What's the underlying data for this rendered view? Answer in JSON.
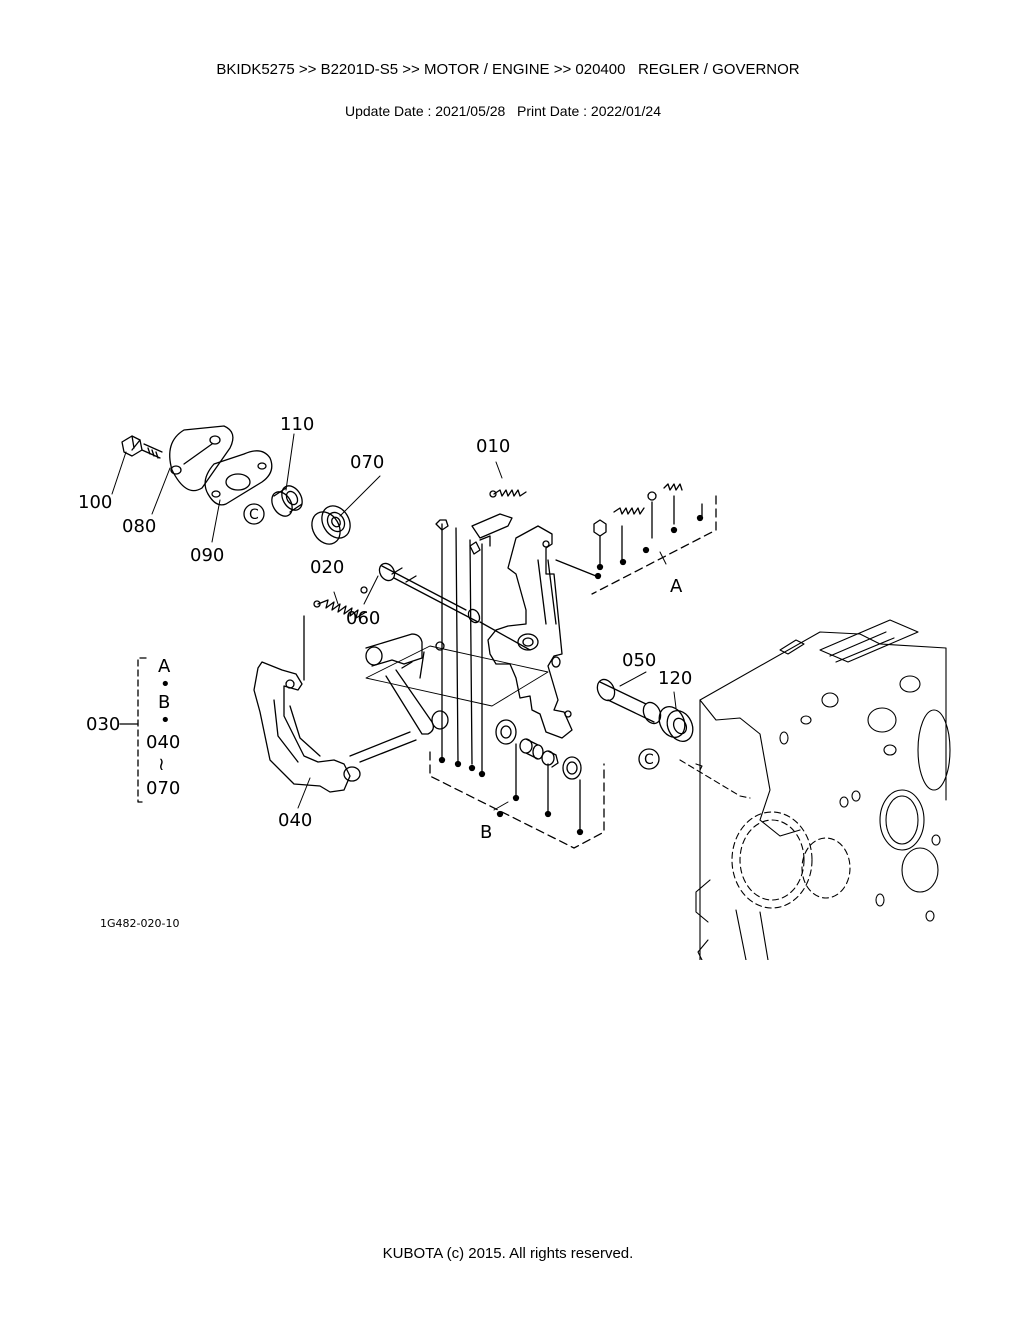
{
  "header": {
    "breadcrumb": "BKIDK5275 >> B2201D-S5 >> MOTOR / ENGINE >> 020400   REGLER / GOVERNOR",
    "dates": "Update Date : 2021/05/28   Print Date : 2022/01/24"
  },
  "diagram": {
    "part_labels": {
      "p010": "010",
      "p020": "020",
      "p030": "030",
      "p040": "040",
      "p050": "050",
      "p060": "060",
      "p070": "070",
      "p080": "080",
      "p090": "090",
      "p100": "100",
      "p110": "110",
      "p120": "120"
    },
    "group_labels": {
      "a": "A",
      "b": "B",
      "c": "C"
    },
    "legend": {
      "a": "A",
      "b": "B",
      "dot": "•",
      "from": "040",
      "tilde": "≀",
      "to": "070"
    },
    "drawing_id": "1G482-020-10"
  },
  "footer": {
    "copyright": "KUBOTA (c) 2015. All rights reserved."
  }
}
